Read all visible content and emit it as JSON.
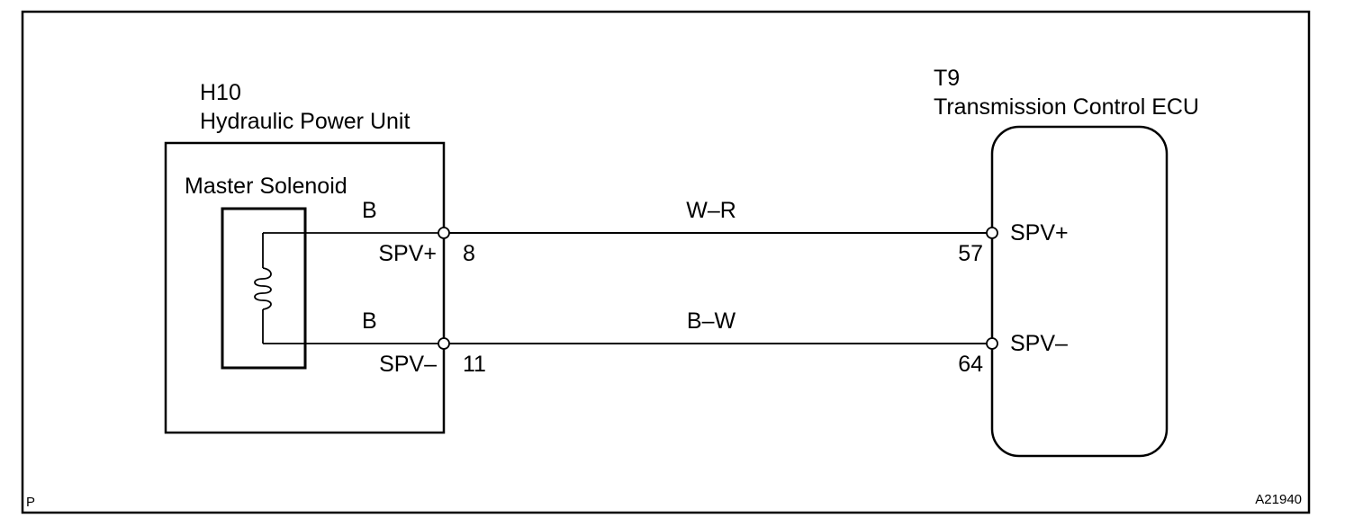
{
  "left_unit": {
    "code": "H10",
    "name": "Hydraulic Power Unit",
    "component_label": "Master Solenoid",
    "terminals": [
      {
        "wire_color_label": "B",
        "terminal_name": "SPV+",
        "pin": "8"
      },
      {
        "wire_color_label": "B",
        "terminal_name": "SPV–",
        "pin": "11"
      }
    ]
  },
  "right_unit": {
    "code": "T9",
    "name": "Transmission Control ECU",
    "terminals": [
      {
        "terminal_name": "SPV+",
        "pin": "57"
      },
      {
        "terminal_name": "SPV–",
        "pin": "64"
      }
    ]
  },
  "wires": [
    {
      "color_code": "W–R"
    },
    {
      "color_code": "B–W"
    }
  ],
  "corner_left_label": "P",
  "figure_id": "A21940",
  "icons": {
    "coil": "solenoid-coil-icon",
    "terminal": "terminal-circle-icon"
  },
  "colors": {
    "line": "#000000",
    "background": "#ffffff"
  }
}
